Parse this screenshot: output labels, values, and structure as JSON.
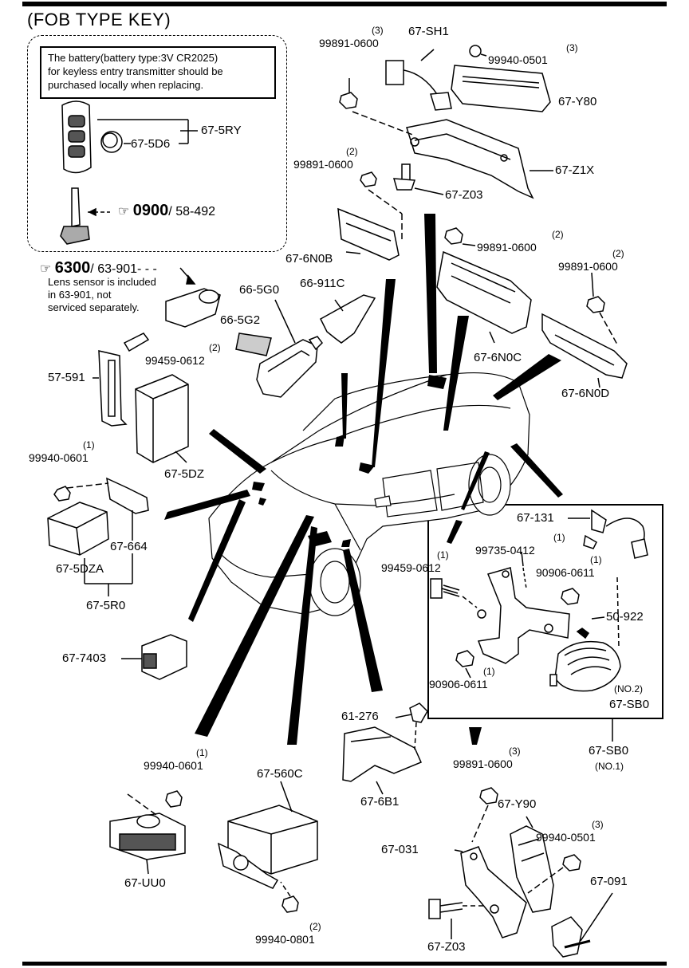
{
  "title": "(FOB TYPE KEY)",
  "battery_note": {
    "line1": "The battery(battery type:3V CR2025)",
    "line2": "for keyless entry transmitter should be",
    "line3": "purchased locally when replacing."
  },
  "refs": {
    "ref1_num": "0900",
    "ref1_page": "/ 58-492",
    "ref2_num": "6300",
    "ref2_page": "/ 63-901- - -"
  },
  "lens_note": {
    "line1": "Lens sensor is included",
    "line2": "in  63-901, not",
    "line3": "serviced separately."
  },
  "labels": {
    "p_5ry": "67-5RY",
    "p_5d6": "67-5D6",
    "q_top_nut": "(3)",
    "p_top_nut": "99891-0600",
    "p_sh1": "67-SH1",
    "q_top_nut2": "(3)",
    "p_top_nut2": "99940-0501",
    "p_y80": "67-Y80",
    "p_z1x": "67-Z1X",
    "p_z03_top": "67-Z03",
    "q_nut_mid": "(2)",
    "p_nut_mid": "99891-0600",
    "p_6n0b": "67-6N0B",
    "q_nut_6n0c": "(2)",
    "p_nut_6n0c": "99891-0600",
    "q_nut_6n0d": "(2)",
    "p_nut_6n0d": "99891-0600",
    "p_6n0c": "67-6N0C",
    "p_6n0d": "67-6N0D",
    "p_5g0": "66-5G0",
    "p_911c": "66-911C",
    "p_5g2": "66-5G2",
    "q_bolt_left": "(2)",
    "p_bolt_left": "99459-0612",
    "p_591": "57-591",
    "p_5dz": "67-5DZ",
    "q_nut_left": "(1)",
    "p_nut_left": "99940-0601",
    "p_664": "67-664",
    "p_5dza": "67-5DZA",
    "p_5r0": "67-5R0",
    "p_7403": "67-7403",
    "q_nut_bl": "(1)",
    "p_nut_bl": "99940-0601",
    "p_uu0": "67-UU0",
    "p_560c": "67-560C",
    "q_nut_bc": "(2)",
    "p_nut_bc": "99940-0801",
    "p_276": "61-276",
    "p_6b1": "67-6B1",
    "q_bolt_mid": "(1)",
    "p_bolt_mid": "99459-0612",
    "p_131": "67-131",
    "q_nut_735": "(1)",
    "p_nut_735": "99735-0412",
    "q_nut_906a": "(1)",
    "p_nut_906a": "90906-0611",
    "p_922": "50-922",
    "q_nut_906b": "(1)",
    "p_nut_906b": "90906-0611",
    "q_sb0_no2": "(NO.2)",
    "p_sb0_in": "67-SB0",
    "p_sb0_out": "67-SB0",
    "q_sb0_no1": "(NO.1)",
    "q_nut_br": "(3)",
    "p_nut_br": "99891-0600",
    "p_y90": "67-Y90",
    "q_nut_br2": "(3)",
    "p_nut_br2": "99940-0501",
    "p_031": "67-031",
    "p_091": "67-091",
    "p_z03_bot": "67-Z03"
  }
}
